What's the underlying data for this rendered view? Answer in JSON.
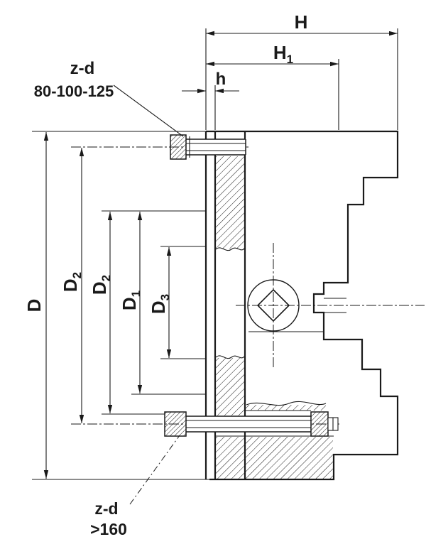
{
  "drawing": {
    "type": "technical-section-drawing",
    "colors": {
      "ink": "#1a1a1a",
      "paper": "#ffffff"
    },
    "dimensions": {
      "H": {
        "text": "H"
      },
      "H1": {
        "base": "H",
        "sub": "1"
      },
      "h": {
        "text": "h"
      },
      "D": {
        "text": "D"
      },
      "D2_outer": {
        "base": "D",
        "sub": "2"
      },
      "D2_inner": {
        "base": "D",
        "sub": "2"
      },
      "D1": {
        "base": "D",
        "sub": "1"
      },
      "D3": {
        "base": "D",
        "sub": "3"
      }
    },
    "notes": {
      "bolt_pattern_top": {
        "label": "z-d",
        "sizes": "80-100-125"
      },
      "bolt_pattern_bottom": {
        "label": "z-d",
        "sizes": ">160"
      }
    }
  }
}
